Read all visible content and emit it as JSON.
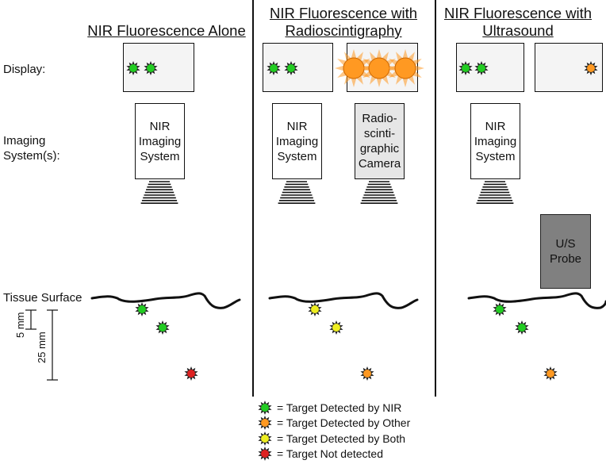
{
  "columns": [
    {
      "title": "NIR Fluorescence Alone"
    },
    {
      "title": "NIR Fluorescence with\nRadioscintigraphy"
    },
    {
      "title": "NIR Fluorescence with\nUltrasound"
    }
  ],
  "row_labels": {
    "display": "Display:",
    "imaging": "Imaging\nSystem(s):",
    "tissue": "Tissue Surface"
  },
  "imaging_systems": {
    "nir": "NIR\nImaging\nSystem",
    "radio": "Radio-\nscinti-\ngraphic\nCamera",
    "probe": "U/S\nProbe"
  },
  "scale": {
    "small": "5 mm",
    "large": "25 mm"
  },
  "legend": [
    {
      "label": "= Target Detected by NIR",
      "color": "#22cc22"
    },
    {
      "label": "= Target Detected by Other",
      "color": "#ff9922"
    },
    {
      "label": "= Target Detected by Both",
      "color": "#eeee22"
    },
    {
      "label": "= Target Not detected",
      "color": "#dd2222"
    }
  ],
  "colors": {
    "nir": "#22cc22",
    "other": "#ff9922",
    "both": "#eeee22",
    "none": "#dd2222"
  }
}
